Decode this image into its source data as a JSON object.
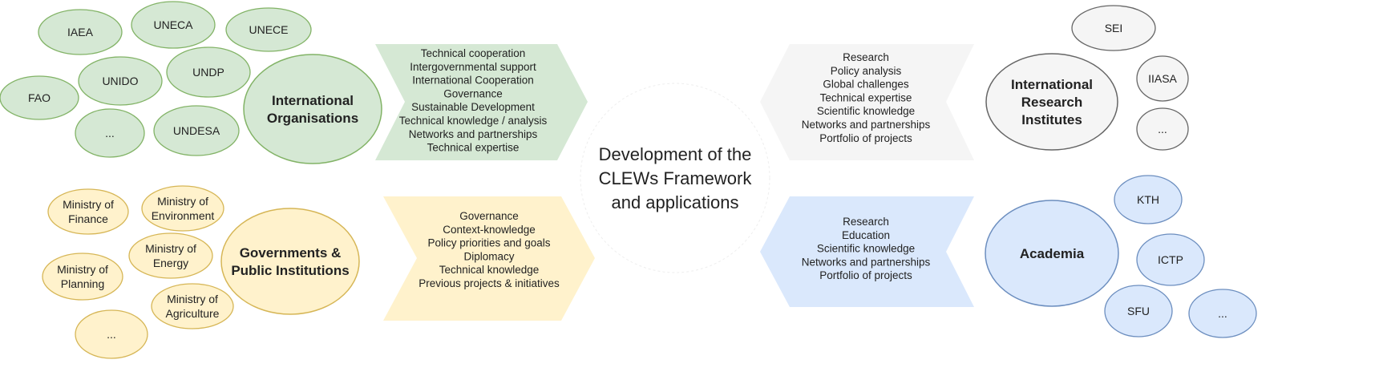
{
  "center": {
    "lines": [
      "Development of the",
      "CLEWs Framework",
      "and applications"
    ]
  },
  "groups": {
    "international_organisations": {
      "title": [
        "International",
        "Organisations"
      ],
      "members": [
        "IAEA",
        "UNECA",
        "UNECE",
        "UNIDO",
        "UNDP",
        "FAO",
        "...",
        "UNDESA"
      ],
      "contributions": [
        "Technical cooperation",
        "Intergovernmental support",
        "International Cooperation",
        "Governance",
        "Sustainable Development",
        "Technical knowledge / analysis",
        "Networks and partnerships",
        "Technical expertise"
      ],
      "fill": "#d5e8d4",
      "stroke": "#82b366"
    },
    "governments": {
      "title": [
        "Governments &",
        "Public Institutions"
      ],
      "members": [
        [
          "Ministry of",
          "Finance"
        ],
        [
          "Ministry of",
          "Environment"
        ],
        [
          "Ministry of",
          "Energy"
        ],
        [
          "Ministry of",
          "Planning"
        ],
        [
          "Ministry of",
          "Agriculture"
        ],
        [
          "..."
        ]
      ],
      "contributions": [
        "Governance",
        "Context-knowledge",
        "Policy priorities and goals",
        "Diplomacy",
        "Technical knowledge",
        "Previous projects & initiatives"
      ],
      "fill": "#fff2cc",
      "stroke": "#d6b656"
    },
    "research_institutes": {
      "title": [
        "International",
        "Research",
        "Institutes"
      ],
      "members": [
        "SEI",
        "IIASA",
        "..."
      ],
      "contributions": [
        "Research",
        "Policy analysis",
        "Global challenges",
        "Technical expertise",
        "Scientific knowledge",
        "Networks and partnerships",
        "Portfolio of projects"
      ],
      "fill": "#f5f5f5",
      "stroke": "#666666"
    },
    "academia": {
      "title": [
        "Academia"
      ],
      "members": [
        "KTH",
        "ICTP",
        "SFU",
        "..."
      ],
      "contributions": [
        "Research",
        "Education",
        "Scientific knowledge",
        "Networks and partnerships",
        "Portfolio of projects"
      ],
      "fill": "#dae8fc",
      "stroke": "#6c8ebf"
    }
  }
}
